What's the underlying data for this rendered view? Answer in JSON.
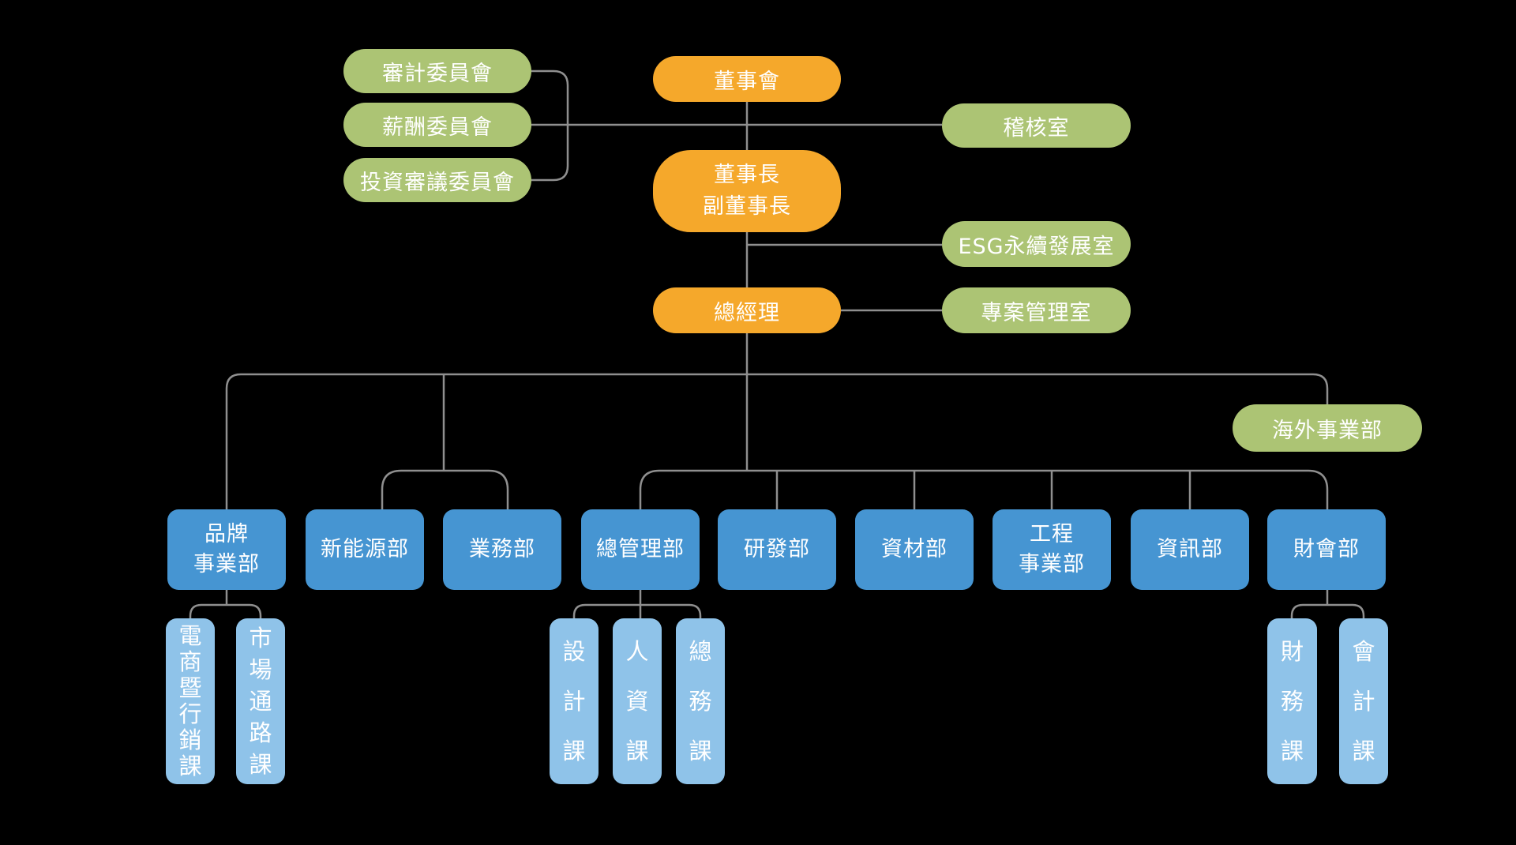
{
  "canvas": {
    "background": "#000000",
    "line_color": "#8F8F8F",
    "text_color": "#FFFFFF"
  },
  "palette": {
    "executive_orange": "#F5A82B",
    "staff_green": "#ACC474",
    "department_blue": "#4695D2",
    "section_light_blue": "#8FC3E9"
  },
  "nodes": {
    "audit_committee": "審計委員會",
    "compensation_committee": "薪酬委員會",
    "investment_review_committee": "投資審議委員會",
    "board": "董事會",
    "audit_office": "稽核室",
    "chairman": "董事長\n副董事長",
    "esg_office": "ESG永續發展室",
    "president": "總經理",
    "project_management_office": "專案管理室",
    "overseas_division": "海外事業部"
  },
  "departments": [
    {
      "label": "品牌\n事業部"
    },
    {
      "label": "新能源部"
    },
    {
      "label": "業務部"
    },
    {
      "label": "總管理部"
    },
    {
      "label": "研發部"
    },
    {
      "label": "資材部"
    },
    {
      "label": "工程\n事業部"
    },
    {
      "label": "資訊部"
    },
    {
      "label": "財會部"
    }
  ],
  "sections": [
    {
      "label": "電商暨行銷課"
    },
    {
      "label": "市場通路課"
    },
    {
      "label": "設計課"
    },
    {
      "label": "人資課"
    },
    {
      "label": "總務課"
    },
    {
      "label": "財務課"
    },
    {
      "label": "會計課"
    }
  ]
}
